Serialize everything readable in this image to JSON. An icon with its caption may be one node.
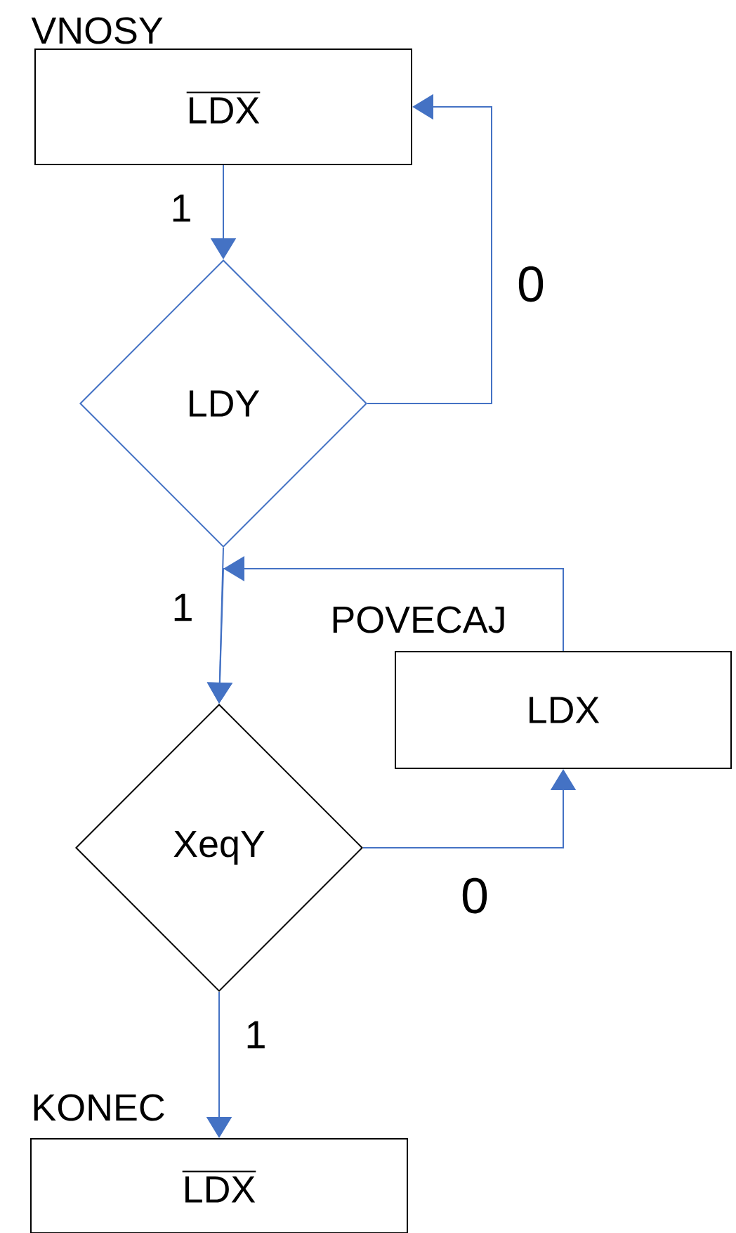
{
  "diagram": {
    "nodes": [
      {
        "text": [
          "VNOSY",
          "\\overline{\\text{LDX}}"
        ]
      },
      {
        "text": [
          "LDY"
        ]
      },
      {
        "text": [
          "XeqY"
        ]
      },
      {
        "text": [
          "POVECAJ",
          "LDX"
        ]
      },
      {
        "text": [
          "KONEC",
          "\\overline{\\text{LDX}}"
        ]
      }
    ],
    "edges": [
      {
        "from": 0,
        "to": 1,
        "arrow": "to",
        "label": "1"
      },
      {
        "from": 1,
        "to": 0,
        "arrow": "to",
        "label": "0"
      },
      {
        "from": 1,
        "to": 2,
        "arrow": "to",
        "label": "1"
      },
      {
        "from": 3,
        "to": 2,
        "arrow": "to"
      },
      {
        "from": 2,
        "to": 3,
        "arrow": "to",
        "label": "0"
      },
      {
        "from": 2,
        "to": 4,
        "arrow": "to",
        "label": "1"
      }
    ]
  }
}
